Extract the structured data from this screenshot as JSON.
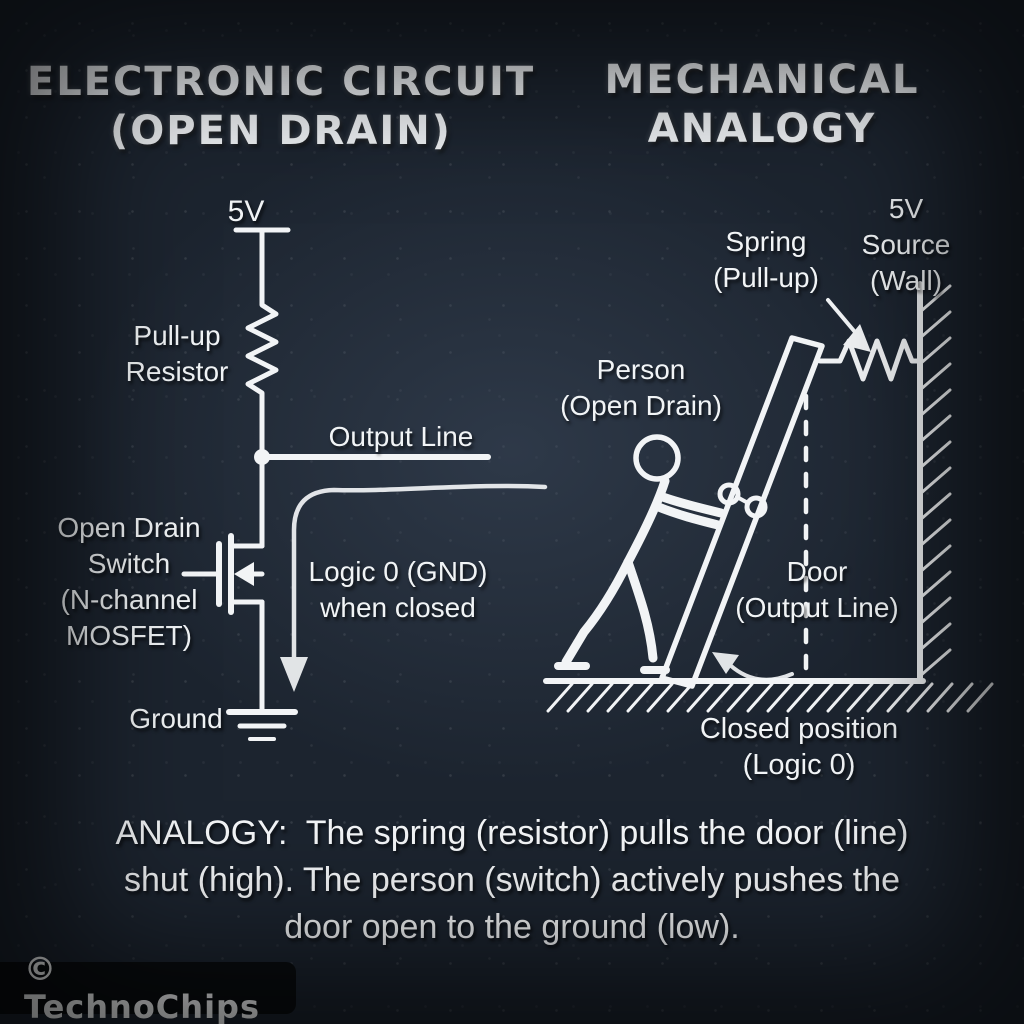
{
  "titles": {
    "left": "ELECTRONIC CIRCUIT\n(OPEN DRAIN)",
    "right": "MECHANICAL\nANALOGY"
  },
  "circuit": {
    "supply_label": "5V",
    "pullup_label": "Pull-up\nResistor",
    "output_label": "Output Line",
    "switch_label": "Open Drain\nSwitch\n(N-channel\nMOSFET)",
    "logic0_label": "Logic 0 (GND)\nwhen closed",
    "ground_label": "Ground"
  },
  "analogy": {
    "person_label": "Person\n(Open Drain)",
    "spring_label": "Spring\n(Pull-up)",
    "source_label": "5V Source\n(Wall)",
    "door_label": "Door\n(Output Line)",
    "closed_label": "Closed position (Logic 0)"
  },
  "caption": "ANALOGY:  The spring (resistor) pulls the door (line)\nshut (high). The person (switch) actively pushes the\ndoor open to the ground (low).",
  "watermark": "© TechnoChips",
  "colors": {
    "chalk": "#f2f4f6",
    "board_center": "#404e62",
    "board_base": "#1c242f",
    "watermark_bg": "#0a0d10"
  }
}
